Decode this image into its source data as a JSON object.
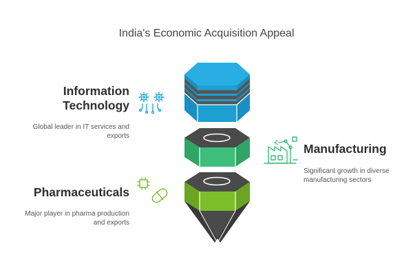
{
  "title": "India's Economic Acquisition Appeal",
  "sections": [
    {
      "heading": "Information Technology",
      "heading_lines": [
        "Information",
        "Technology"
      ],
      "description_lines": [
        "Global leader in IT services and",
        "exports"
      ],
      "icon": "gears-circuit-icon",
      "color": "#22A6D8"
    },
    {
      "heading": "Manufacturing",
      "description_lines": [
        "Significant growth in diverse",
        "manufacturing sectors"
      ],
      "icon": "factory-icon",
      "color": "#3DBE7A"
    },
    {
      "heading": "Pharmaceuticals",
      "description_lines": [
        "Major player in pharma production",
        "and exports"
      ],
      "icon": "chip-pill-icon",
      "color": "#7DBF2A"
    }
  ],
  "colors": {
    "blue": "#22A6D8",
    "green": "#3DBE7A",
    "lime": "#7DBF2A",
    "dark": "#4A4A4A"
  }
}
